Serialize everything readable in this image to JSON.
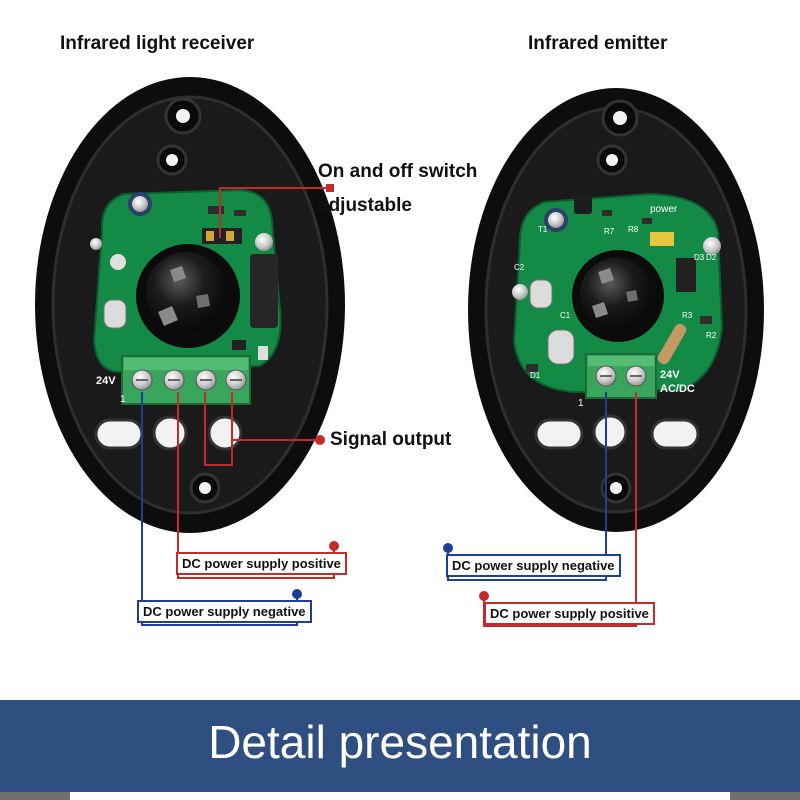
{
  "left_title": "Infrared light receiver",
  "right_title": "Infrared emitter",
  "callouts": {
    "switch_line1": "On and off switch",
    "switch_line2": "adjustable",
    "signal": "Signal output"
  },
  "labels": {
    "left_positive": "DC power supply positive",
    "left_negative": "DC power supply negative",
    "right_negative": "DC power supply negative",
    "right_positive": "DC power supply positive"
  },
  "board_marks": {
    "left_voltage": "24V",
    "left_pin": "1",
    "right_power": "power",
    "right_voltage": "24V",
    "right_acdc": "AC/DC",
    "right_pin": "1",
    "r7": "R7",
    "r8": "R8",
    "t1": "T1",
    "c2": "C2",
    "d1": "D1",
    "d2": "D2",
    "d3": "D3",
    "r2": "R2",
    "r3": "R3",
    "c1": "C1"
  },
  "footer": "Detail presentation",
  "colors": {
    "wire_red": "#c42a2a",
    "wire_blue": "#1d3f9a",
    "band_blue": "#2f4f80",
    "pcb_green": "#138a46",
    "terminal_green": "#3aa55c",
    "housing_black": "#0d0d0d"
  }
}
